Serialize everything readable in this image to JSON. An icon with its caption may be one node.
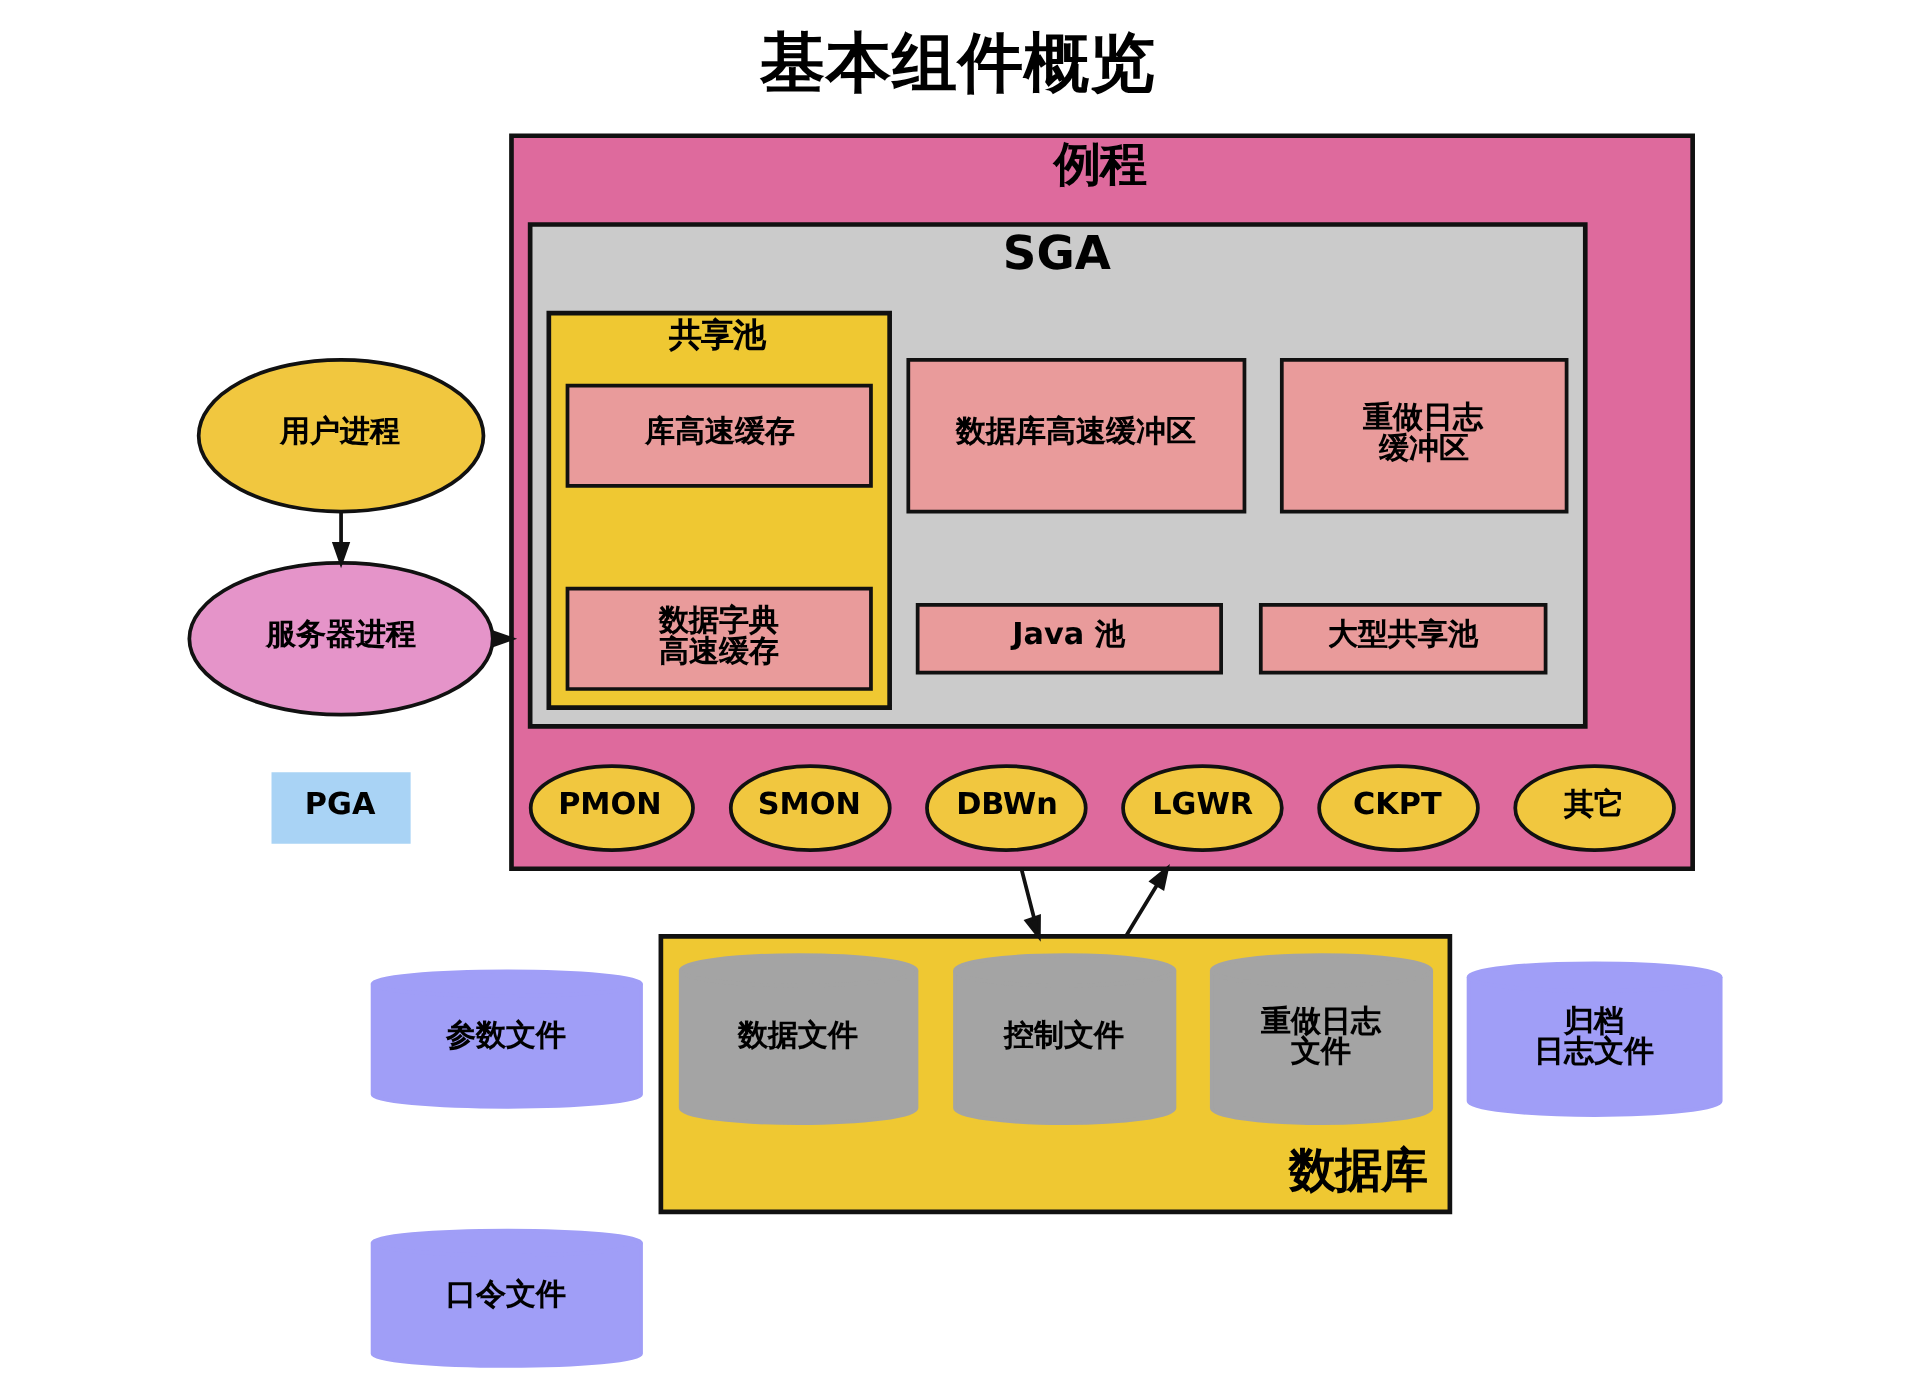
{
  "diagram": {
    "title": "基本组件概览",
    "nodes": [
      {
        "text": [
          "用户进程"
        ]
      },
      {
        "text": [
          "服务器进程"
        ]
      },
      {
        "text": [
          "PGA"
        ]
      },
      {
        "text": [
          "例程"
        ]
      },
      {
        "text": [
          "SGA"
        ],
        "in": 3
      },
      {
        "text": [
          "共享池"
        ],
        "in": 4
      },
      {
        "text": [
          "库高速缓存"
        ],
        "in": 5
      },
      {
        "text": [
          "数据字典高速缓存"
        ],
        "in": 5
      },
      {
        "text": [
          "数据库高速缓冲区"
        ],
        "in": 4
      },
      {
        "text": [
          "重做日志缓冲区"
        ],
        "in": 4
      },
      {
        "text": [
          "Java 池"
        ],
        "in": 4
      },
      {
        "text": [
          "大型共享池"
        ],
        "in": 4
      },
      {
        "text": [
          "PMON"
        ],
        "in": 3
      },
      {
        "text": [
          "SMON"
        ],
        "in": 3
      },
      {
        "text": [
          "DBWn"
        ],
        "in": 3
      },
      {
        "text": [
          "LGWR"
        ],
        "in": 3
      },
      {
        "text": [
          "CKPT"
        ],
        "in": 3
      },
      {
        "text": [
          "其它"
        ],
        "in": 3
      },
      {
        "text": [
          "参数文件"
        ]
      },
      {
        "text": [
          "口令文件"
        ]
      },
      {
        "text": [
          "数据库"
        ]
      },
      {
        "text": [
          "数据文件"
        ],
        "in": 20
      },
      {
        "text": [
          "控制文件"
        ],
        "in": 20
      },
      {
        "text": [
          "重做日志文件"
        ],
        "in": 20
      },
      {
        "text": [
          "归档日志文件"
        ]
      }
    ],
    "edges": [
      {
        "from": 0,
        "to": 1,
        "arrow": "to"
      },
      {
        "from": 1,
        "to": 3,
        "arrow": "to"
      },
      {
        "from": 3,
        "to": 20,
        "arrow": "to"
      },
      {
        "from": 20,
        "to": 3,
        "arrow": "to"
      }
    ]
  }
}
